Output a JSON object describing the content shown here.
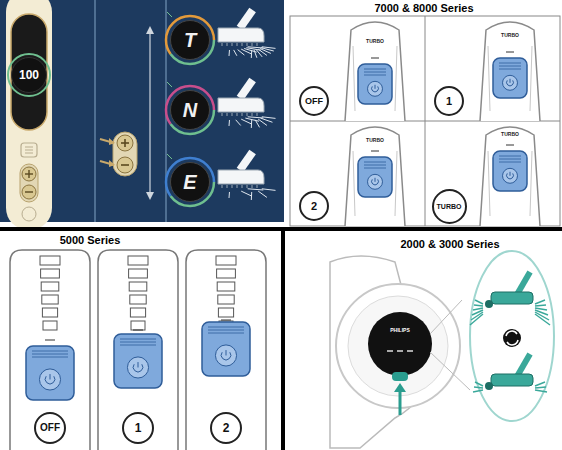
{
  "diagram": {
    "nodes": [
      {
        "text": [
          "100"
        ]
      },
      {
        "text": [
          "T"
        ]
      },
      {
        "text": [
          "N"
        ]
      },
      {
        "text": [
          "E"
        ]
      },
      {
        "text": [
          "OFF"
        ]
      },
      {
        "text": [
          "1"
        ]
      },
      {
        "text": [
          "2"
        ]
      },
      {
        "text": [
          "TURBO"
        ]
      },
      {
        "text": [
          "OFF"
        ]
      },
      {
        "text": [
          "1"
        ]
      },
      {
        "text": [
          "2"
        ]
      }
    ],
    "labels": [
      "7000 & 8000 Series",
      "TURBO",
      "TURBO",
      "TURBO",
      "TURBO",
      "5000 Series",
      "2000 & 3000 Series",
      "PHILIPS"
    ]
  }
}
